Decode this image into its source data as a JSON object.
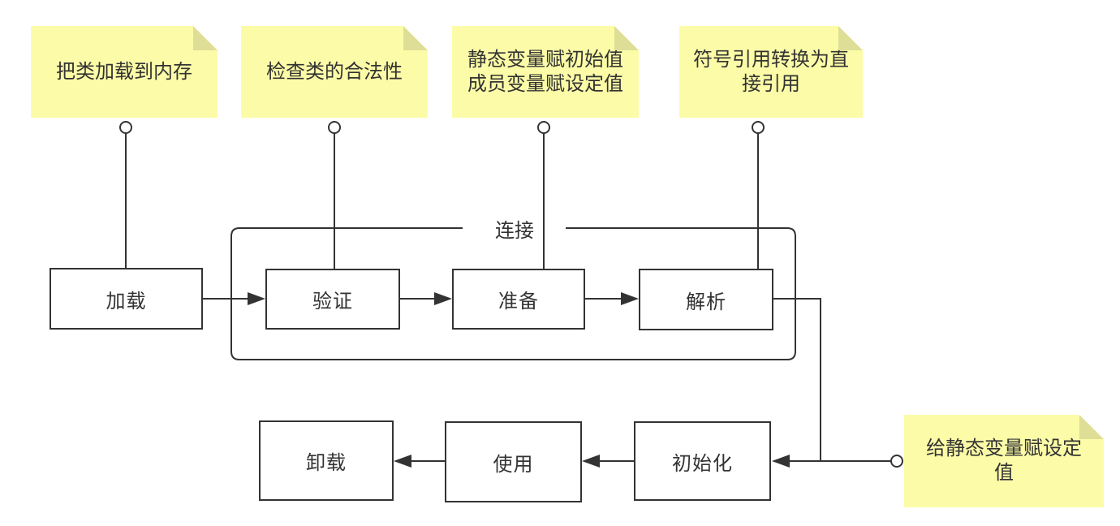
{
  "diagram": {
    "group": {
      "label": "连接"
    },
    "nodes": [
      {
        "label": "加载"
      },
      {
        "label": "验证"
      },
      {
        "label": "准备"
      },
      {
        "label": "解析"
      },
      {
        "label": "初始化"
      },
      {
        "label": "使用"
      },
      {
        "label": "卸载"
      }
    ],
    "notes": [
      {
        "text": "把类加载到内存"
      },
      {
        "text": "检查类的合法性"
      },
      {
        "text": "静态变量赋初始值\n成员变量赋设定值"
      },
      {
        "text": "符号引用转换为直\n接引用"
      },
      {
        "text": "给静态变量赋设定\n值"
      }
    ],
    "colors": {
      "background": "#FFFFFF",
      "stroke": "#333333",
      "text": "#333333",
      "note_fill": "#FCFCA8",
      "note_fold": "#DEDE97",
      "box_fill": "#FFFFFF"
    }
  }
}
